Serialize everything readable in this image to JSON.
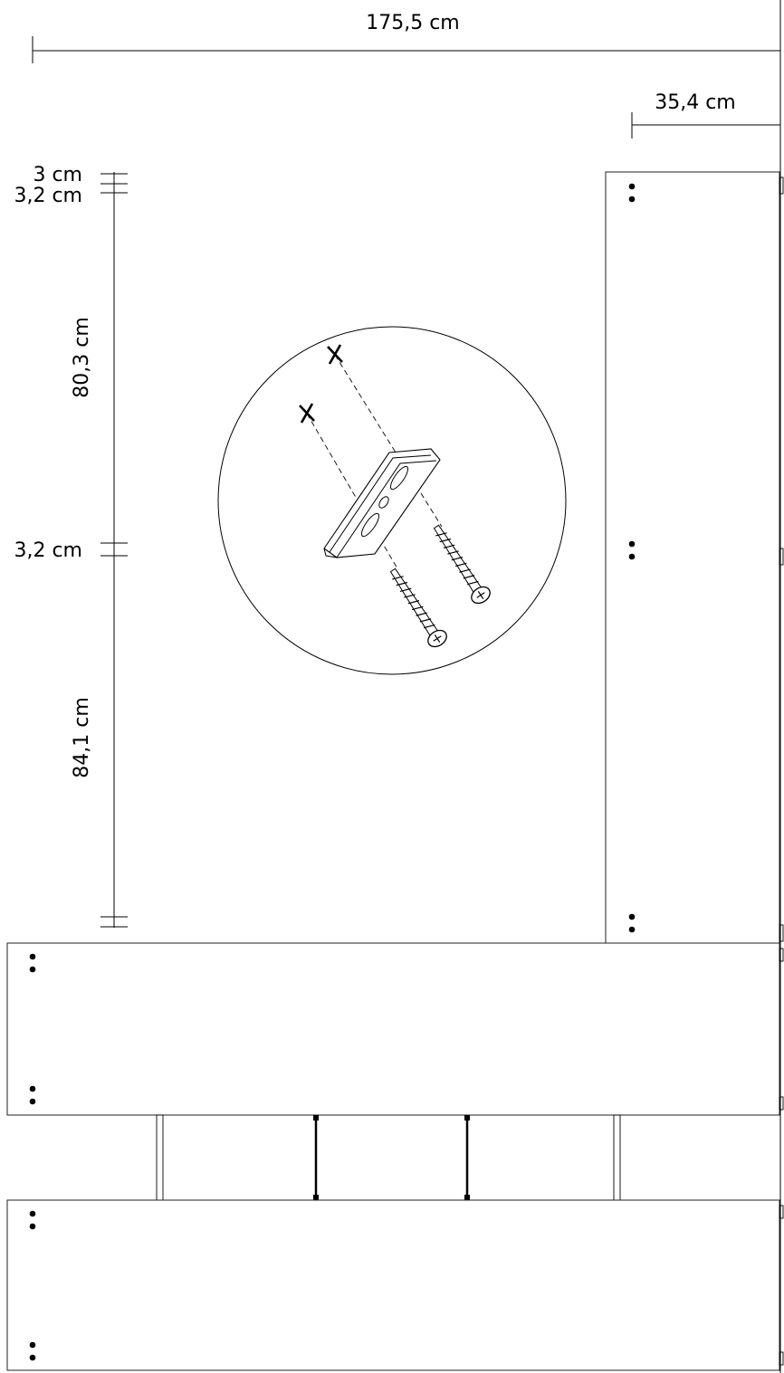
{
  "dimensions": {
    "total_width": "175,5 cm",
    "side_panel_width": "35,4 cm",
    "top_a": "3 cm",
    "top_b": "3,2 cm",
    "upper_span": "80,3 cm",
    "middle_gap": "3,2 cm",
    "lower_span": "84,1 cm"
  },
  "colors": {
    "line": "#000000",
    "panel": "#ffffff",
    "background": "#ffffff"
  },
  "icons": {
    "mark_x": "drill-mark-x-icon",
    "bracket": "wall-bracket-icon",
    "screw": "screw-icon"
  }
}
